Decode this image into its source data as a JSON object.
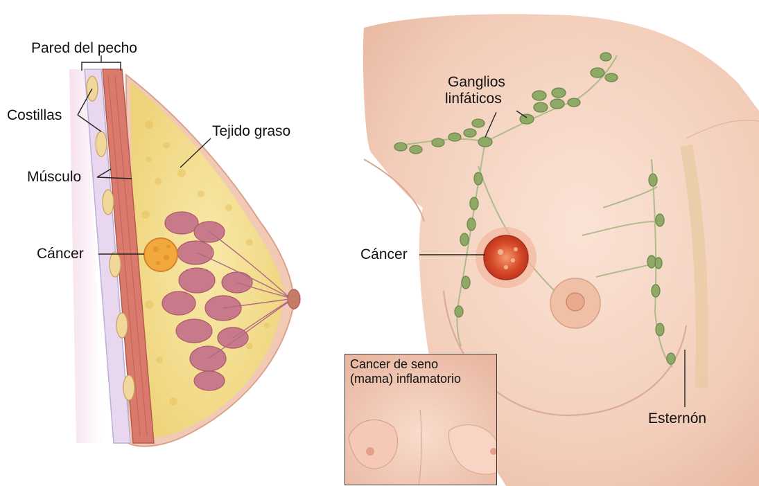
{
  "side_view": {
    "labels": {
      "chest_wall": "Pared del pecho",
      "ribs": "Costillas",
      "fatty_tissue": "Tejido graso",
      "muscle": "Músculo",
      "cancer": "Cáncer"
    }
  },
  "front_view": {
    "labels": {
      "lymph_nodes_line1": "Ganglios",
      "lymph_nodes_line2": "linfáticos",
      "cancer": "Cáncer",
      "sternum": "Esternón"
    }
  },
  "inset": {
    "title_line1": "Cancer de seno",
    "title_line2": "(mama) inflamatorio"
  },
  "colors": {
    "skin": "#f3d3c2",
    "fat": "#f6e39a",
    "glands": "#c97a8a",
    "tumor": "#d9502a",
    "lymph_node": "#8fa967"
  }
}
